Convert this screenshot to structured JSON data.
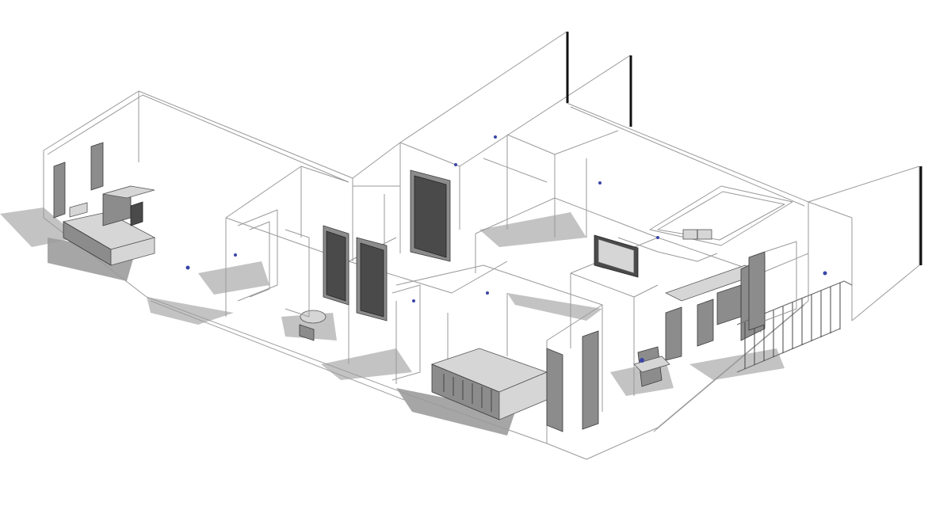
{
  "scene": {
    "kind": "isometric wireframe floor plan",
    "colors": {
      "background": "#ffffff",
      "wall_line": "#9a9a9a",
      "shadow": "#b9b9b9",
      "furniture": "#8c8c8c",
      "dark_detail": "#4a4a4a",
      "light_fixture": "#3a45a8"
    },
    "rooms": [
      "bedroom-left",
      "bathroom-center",
      "bedroom-front",
      "kitchen",
      "living-room",
      "balcony"
    ],
    "furniture": [
      "bed-left",
      "bed-front",
      "nightstand",
      "door-1",
      "door-2",
      "door-3",
      "television",
      "kitchen-sink",
      "desk",
      "chair",
      "balcony-railing"
    ]
  }
}
